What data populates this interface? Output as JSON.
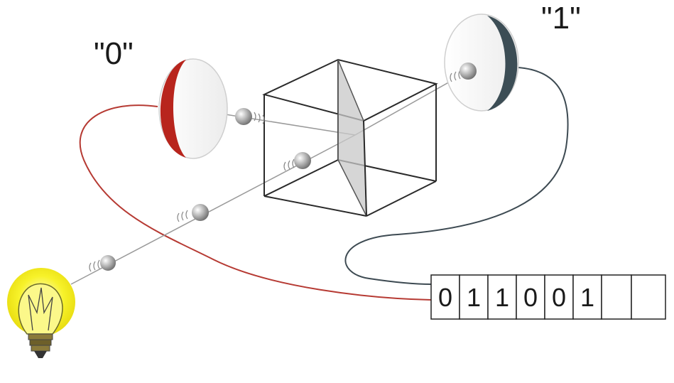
{
  "detector_labels": {
    "zero": "\"0\"",
    "one": "\"1\""
  },
  "register": {
    "bits": [
      "0",
      "1",
      "1",
      "0",
      "0",
      "1",
      "",
      ""
    ]
  },
  "colors": {
    "zero_detector": "#b8251d",
    "one_detector": "#3c4d55",
    "zero_wire": "#b63a33",
    "one_wire": "#3d4a52",
    "bulb_glow": "#f7f22a",
    "cube_edge": "#2a2a2a",
    "splitter_fill": "#c8c8c8"
  },
  "icons": {
    "light_source": "light-bulb-icon",
    "photon": "photon-sphere-icon"
  }
}
